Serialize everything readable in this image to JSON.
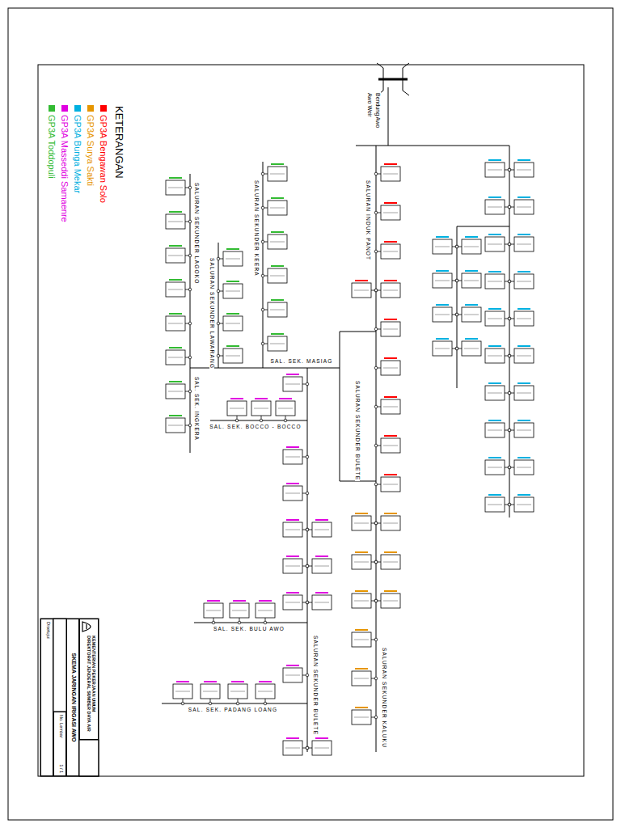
{
  "diagram": {
    "nodes": [
      {
        "text": [
          "KEMENTERIAN PEKERJAAN UMUM",
          "DIREKTORAT JENDERAL SUMBER DAYA AIR"
        ]
      },
      {
        "text": [
          "SKEMA JARINGAN IRIGASI AWO"
        ]
      },
      {
        "text": [
          "No. Lembar",
          "1 / 1"
        ]
      },
      {
        "text": [
          "Disetujui"
        ]
      }
    ],
    "labels": [
      "KETERANGAN",
      "Bendung Awo",
      "Awo Weir",
      "SALURAN INDUK PANOT",
      "SALURAN SEKUNDER BULETE",
      "SALURAN SEKUNDER BULETE",
      "SALURAN SEKUNDER KALUKU",
      "SALURAN SEKUNDER KEERA",
      "SALURAN SEKUNDER LAWARANG",
      "SALURAN SEKUNDER LAGOKO",
      "SAL. SEK. MASIAG",
      "SAL. SEK. INGKERA",
      "SAL. SEK. BOCCO - BOCCO",
      "SAL. SEK. BULU AWO",
      "SAL. SEK. PADANG LOANG"
    ],
    "legend": [
      {
        "text": "GP3A Bengawan Solo",
        "color": "#ff0000"
      },
      {
        "text": "GP3A Surya Sakti",
        "color": "#e69500"
      },
      {
        "text": "GP3A Bunga Mekar",
        "color": "#00b0e0"
      },
      {
        "text": "GP3A Masseddi Samaenre",
        "color": "#e000e0"
      },
      {
        "text": "GP3A Toddopuli",
        "color": "#33bb33"
      }
    ]
  }
}
